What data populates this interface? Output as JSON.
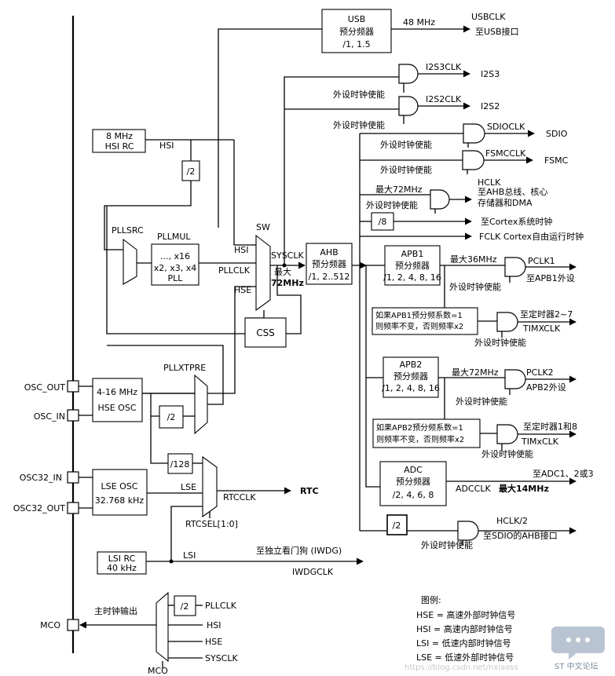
{
  "usb": {
    "l1": "USB",
    "l2": "预分频器",
    "l3": "/1, 1.5",
    "freq": "48 MHz",
    "out": "USBCLK",
    "dest": "至USB接口"
  },
  "hsi_rc": {
    "l1": "8 MHz",
    "l2": "HSI RC",
    "wire": "HSI"
  },
  "div2_hsi": "/2",
  "pllsrc": "PLLSRC",
  "pllmul": {
    "title": "PLLMUL",
    "l1": "..., x16",
    "l2": "x2, x3, x4",
    "l3": "PLL"
  },
  "sw": {
    "title": "SW",
    "hsi": "HSI",
    "pllclk": "PLLCLK",
    "hse": "HSE",
    "sysclk": "SYSCLK",
    "max1": "最大",
    "max2": "72MHz"
  },
  "ahb": {
    "l1": "AHB",
    "l2": "预分频器",
    "l3": "/1, 2..512"
  },
  "css": "CSS",
  "i2s3": {
    "label": "I2S3CLK",
    "out": "I2S3",
    "en": "外设时钟使能"
  },
  "i2s2": {
    "label": "I2S2CLK",
    "out": "I2S2",
    "en": "外设时钟使能"
  },
  "sdio": {
    "label": "SDIOCLK",
    "out": "SDIO",
    "en": "外设时钟使能"
  },
  "fsmc": {
    "label": "FSMCCLK",
    "out": "FSMC",
    "en": "外设时钟使能"
  },
  "hclk": {
    "max": "最大72MHz",
    "en": "外设时钟使能",
    "title": "HCLK",
    "d1": "至AHB总线、核心",
    "d2": "存储器和DMA"
  },
  "cortex": {
    "div": "/8",
    "dest": "至Cortex系统时钟"
  },
  "fclk": "FCLK Cortex自由运行时钟",
  "apb1": {
    "l1": "APB1",
    "l2": "预分频器",
    "l3": "/1, 2, 4, 8, 16",
    "max": "最大36MHz",
    "out": "PCLK1",
    "dest": "至APB1外设",
    "en": "外设时钟使能"
  },
  "tim27": {
    "n1": "如果APB1预分频系数=1",
    "n2": "则频率不变，否则频率x2",
    "dest": "至定时器2~7",
    "out": "TIMXCLK",
    "en": "外设时钟使能"
  },
  "apb2": {
    "l1": "APB2",
    "l2": "预分频器",
    "l3": "/1, 2, 4, 8, 16",
    "max": "最大72MHz",
    "out": "PCLK2",
    "dest": "APB2外设",
    "en": "外设时钟使能"
  },
  "tim18": {
    "n1": "如果APB2预分频系数=1",
    "n2": "则频率不变，否则频率x2",
    "dest": "至定时器1和8",
    "out": "TIMxCLK",
    "en": "外设时钟使能"
  },
  "adc": {
    "l1": "ADC",
    "l2": "预分频器",
    "l3": "/2, 4, 6, 8",
    "dest": "至ADC1、2或3",
    "out": "ADCCLK",
    "max": "最大14MHz"
  },
  "sdio_ahb": {
    "div": "/2",
    "out": "HCLK/2",
    "dest": "至SDIO的AHB接口",
    "en": "外设时钟使能"
  },
  "pins": {
    "osc_out": "OSC_OUT",
    "osc_in": "OSC_IN",
    "osc32_in": "OSC32_IN",
    "osc32_out": "OSC32_OUT",
    "mco": "MCO"
  },
  "hse_osc": {
    "l1": "4-16 MHz",
    "l2": "HSE OSC"
  },
  "pllxtpre": {
    "title": "PLLXTPRE",
    "div": "/2"
  },
  "div128": "/128",
  "lse_osc": {
    "l1": "LSE OSC",
    "l2": "32.768 kHz",
    "wire": "LSE"
  },
  "rtc": {
    "clk": "RTCCLK",
    "out": "RTC",
    "sel": "RTCSEL[1:0]"
  },
  "lsi_rc": {
    "l1": "LSI RC",
    "l2": "40 kHz",
    "wire": "LSI"
  },
  "iwdg": {
    "dest": "至独立看门狗 (IWDG)",
    "out": "IWDGCLK"
  },
  "mco": {
    "label": "主时钟输出",
    "div": "/2",
    "pllclk": "PLLCLK",
    "hsi": "HSI",
    "hse": "HSE",
    "sysclk": "SYSCLK",
    "mux": "MCO"
  },
  "legend": {
    "title": "图例:",
    "hse": "HSE = 高速外部时钟信号",
    "hsi": "HSI = 高速内部时钟信号",
    "lsi": "LSI = 低速内部时钟信号",
    "lse": "LSE = 低速外部时钟信号"
  },
  "watermark": "https://blog.csdn.net/nxiaoss",
  "forum": "ST 中文论坛"
}
